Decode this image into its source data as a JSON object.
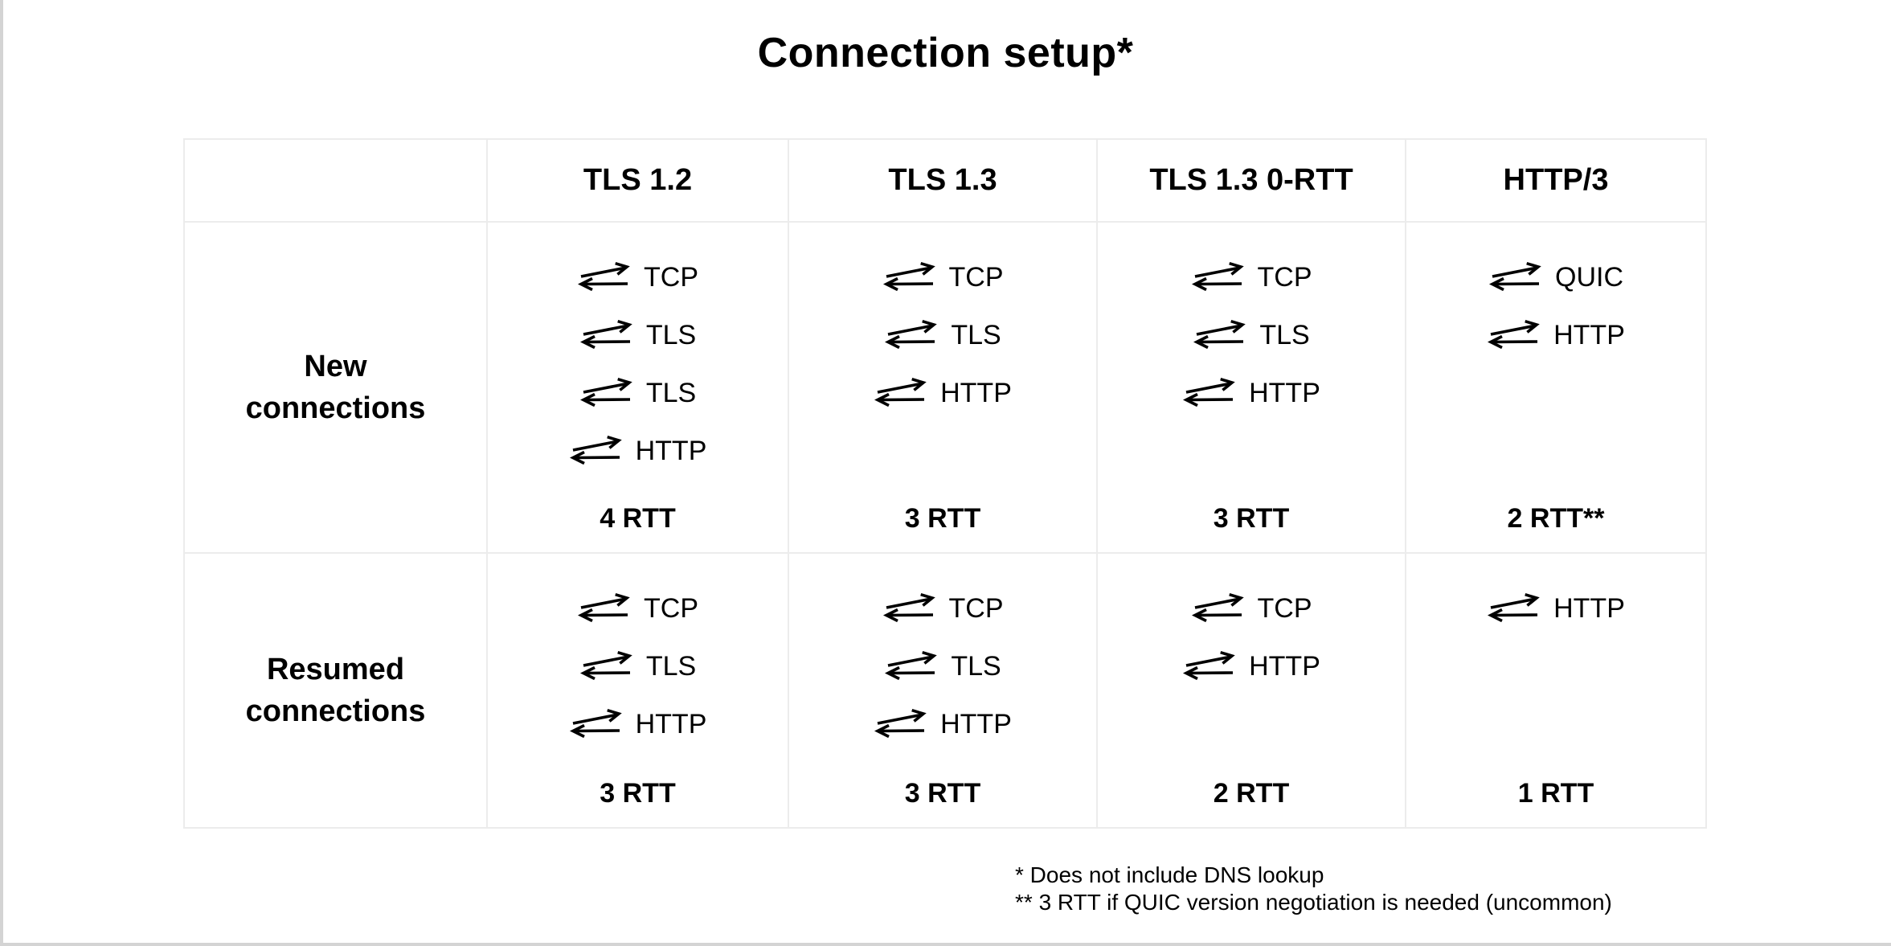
{
  "page": {
    "title": "Connection setup*",
    "footnotes": [
      "* Does not include DNS lookup",
      "** 3 RTT if QUIC version negotiation is needed (uncommon)"
    ]
  },
  "table": {
    "column_headers": [
      "",
      "TLS 1.2",
      "TLS 1.3",
      "TLS 1.3 0-RTT",
      "HTTP/3"
    ],
    "rows": [
      {
        "label": "New connections",
        "cells": [
          {
            "column": "TLS 1.2",
            "steps": [
              "TCP",
              "TLS",
              "TLS",
              "HTTP"
            ],
            "rtt": "4 RTT"
          },
          {
            "column": "TLS 1.3",
            "steps": [
              "TCP",
              "TLS",
              "HTTP"
            ],
            "rtt": "3 RTT"
          },
          {
            "column": "TLS 1.3 0-RTT",
            "steps": [
              "TCP",
              "TLS",
              "HTTP"
            ],
            "rtt": "3 RTT"
          },
          {
            "column": "HTTP/3",
            "steps": [
              "QUIC",
              "HTTP"
            ],
            "rtt": "2 RTT**"
          }
        ]
      },
      {
        "label": "Resumed connections",
        "cells": [
          {
            "column": "TLS 1.2",
            "steps": [
              "TCP",
              "TLS",
              "HTTP"
            ],
            "rtt": "3 RTT"
          },
          {
            "column": "TLS 1.3",
            "steps": [
              "TCP",
              "TLS",
              "HTTP"
            ],
            "rtt": "3 RTT"
          },
          {
            "column": "TLS 1.3 0-RTT",
            "steps": [
              "TCP",
              "HTTP"
            ],
            "rtt": "2 RTT"
          },
          {
            "column": "HTTP/3",
            "steps": [
              "HTTP"
            ],
            "rtt": "1 RTT"
          }
        ]
      }
    ]
  },
  "icons": {
    "step_icon": "round-trip-arrows-icon"
  },
  "colors": {
    "background": "#ffffff",
    "text": "#000000",
    "table_border": "#ececec",
    "page_edge": "#d4d4d4"
  }
}
